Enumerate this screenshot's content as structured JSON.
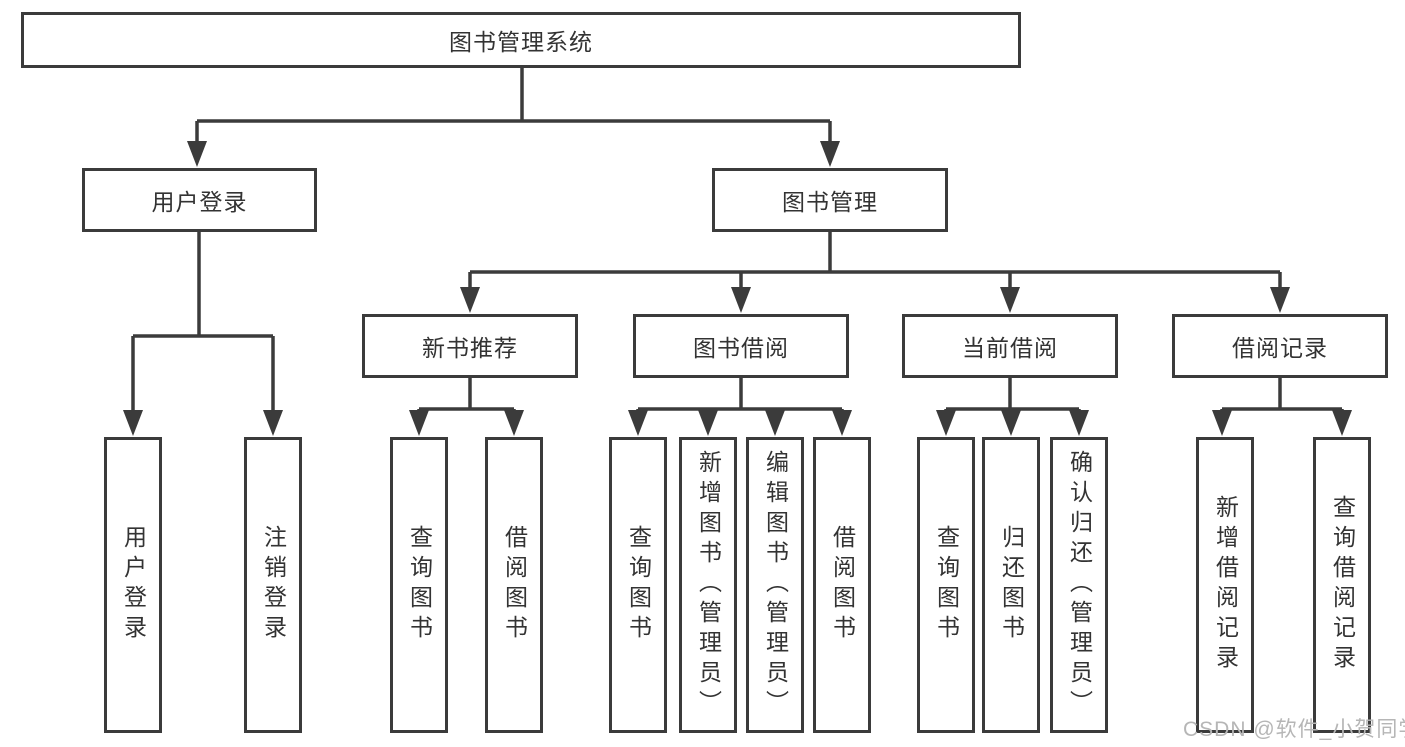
{
  "diagram": {
    "root": {
      "label": "图书管理系统"
    },
    "level2": [
      {
        "id": "user-login",
        "label": "用户登录",
        "parent": "图书管理系统"
      },
      {
        "id": "book-management",
        "label": "图书管理",
        "parent": "图书管理系统"
      }
    ],
    "level3": [
      {
        "id": "new-book-recommendation",
        "label": "新书推荐",
        "parent": "图书管理"
      },
      {
        "id": "book-borrowing",
        "label": "图书借阅",
        "parent": "图书管理"
      },
      {
        "id": "current-borrowing",
        "label": "当前借阅",
        "parent": "图书管理"
      },
      {
        "id": "borrowing-records",
        "label": "借阅记录",
        "parent": "图书管理"
      }
    ],
    "leaves": [
      {
        "label": "用户登录",
        "parent": "用户登录"
      },
      {
        "label": "注销登录",
        "parent": "用户登录"
      },
      {
        "label": "查询图书",
        "parent": "新书推荐"
      },
      {
        "label": "借阅图书",
        "parent": "新书推荐"
      },
      {
        "label": "查询图书",
        "parent": "图书借阅"
      },
      {
        "label": "新增图书（管理员）",
        "parent": "图书借阅"
      },
      {
        "label": "编辑图书（管理员）",
        "parent": "图书借阅"
      },
      {
        "label": "借阅图书",
        "parent": "图书借阅"
      },
      {
        "label": "查询图书",
        "parent": "当前借阅"
      },
      {
        "label": "归还图书",
        "parent": "当前借阅"
      },
      {
        "label": "确认归还（管理员）",
        "parent": "当前借阅"
      },
      {
        "label": "新增借阅记录",
        "parent": "借阅记录"
      },
      {
        "label": "查询借阅记录",
        "parent": "借阅记录"
      }
    ]
  },
  "watermark": {
    "text": "CSDN @软件_小贺同学"
  },
  "colors": {
    "line": "#3b3b3b",
    "text": "#333333",
    "background": "#ffffff",
    "watermark": "#b6b6b6"
  }
}
